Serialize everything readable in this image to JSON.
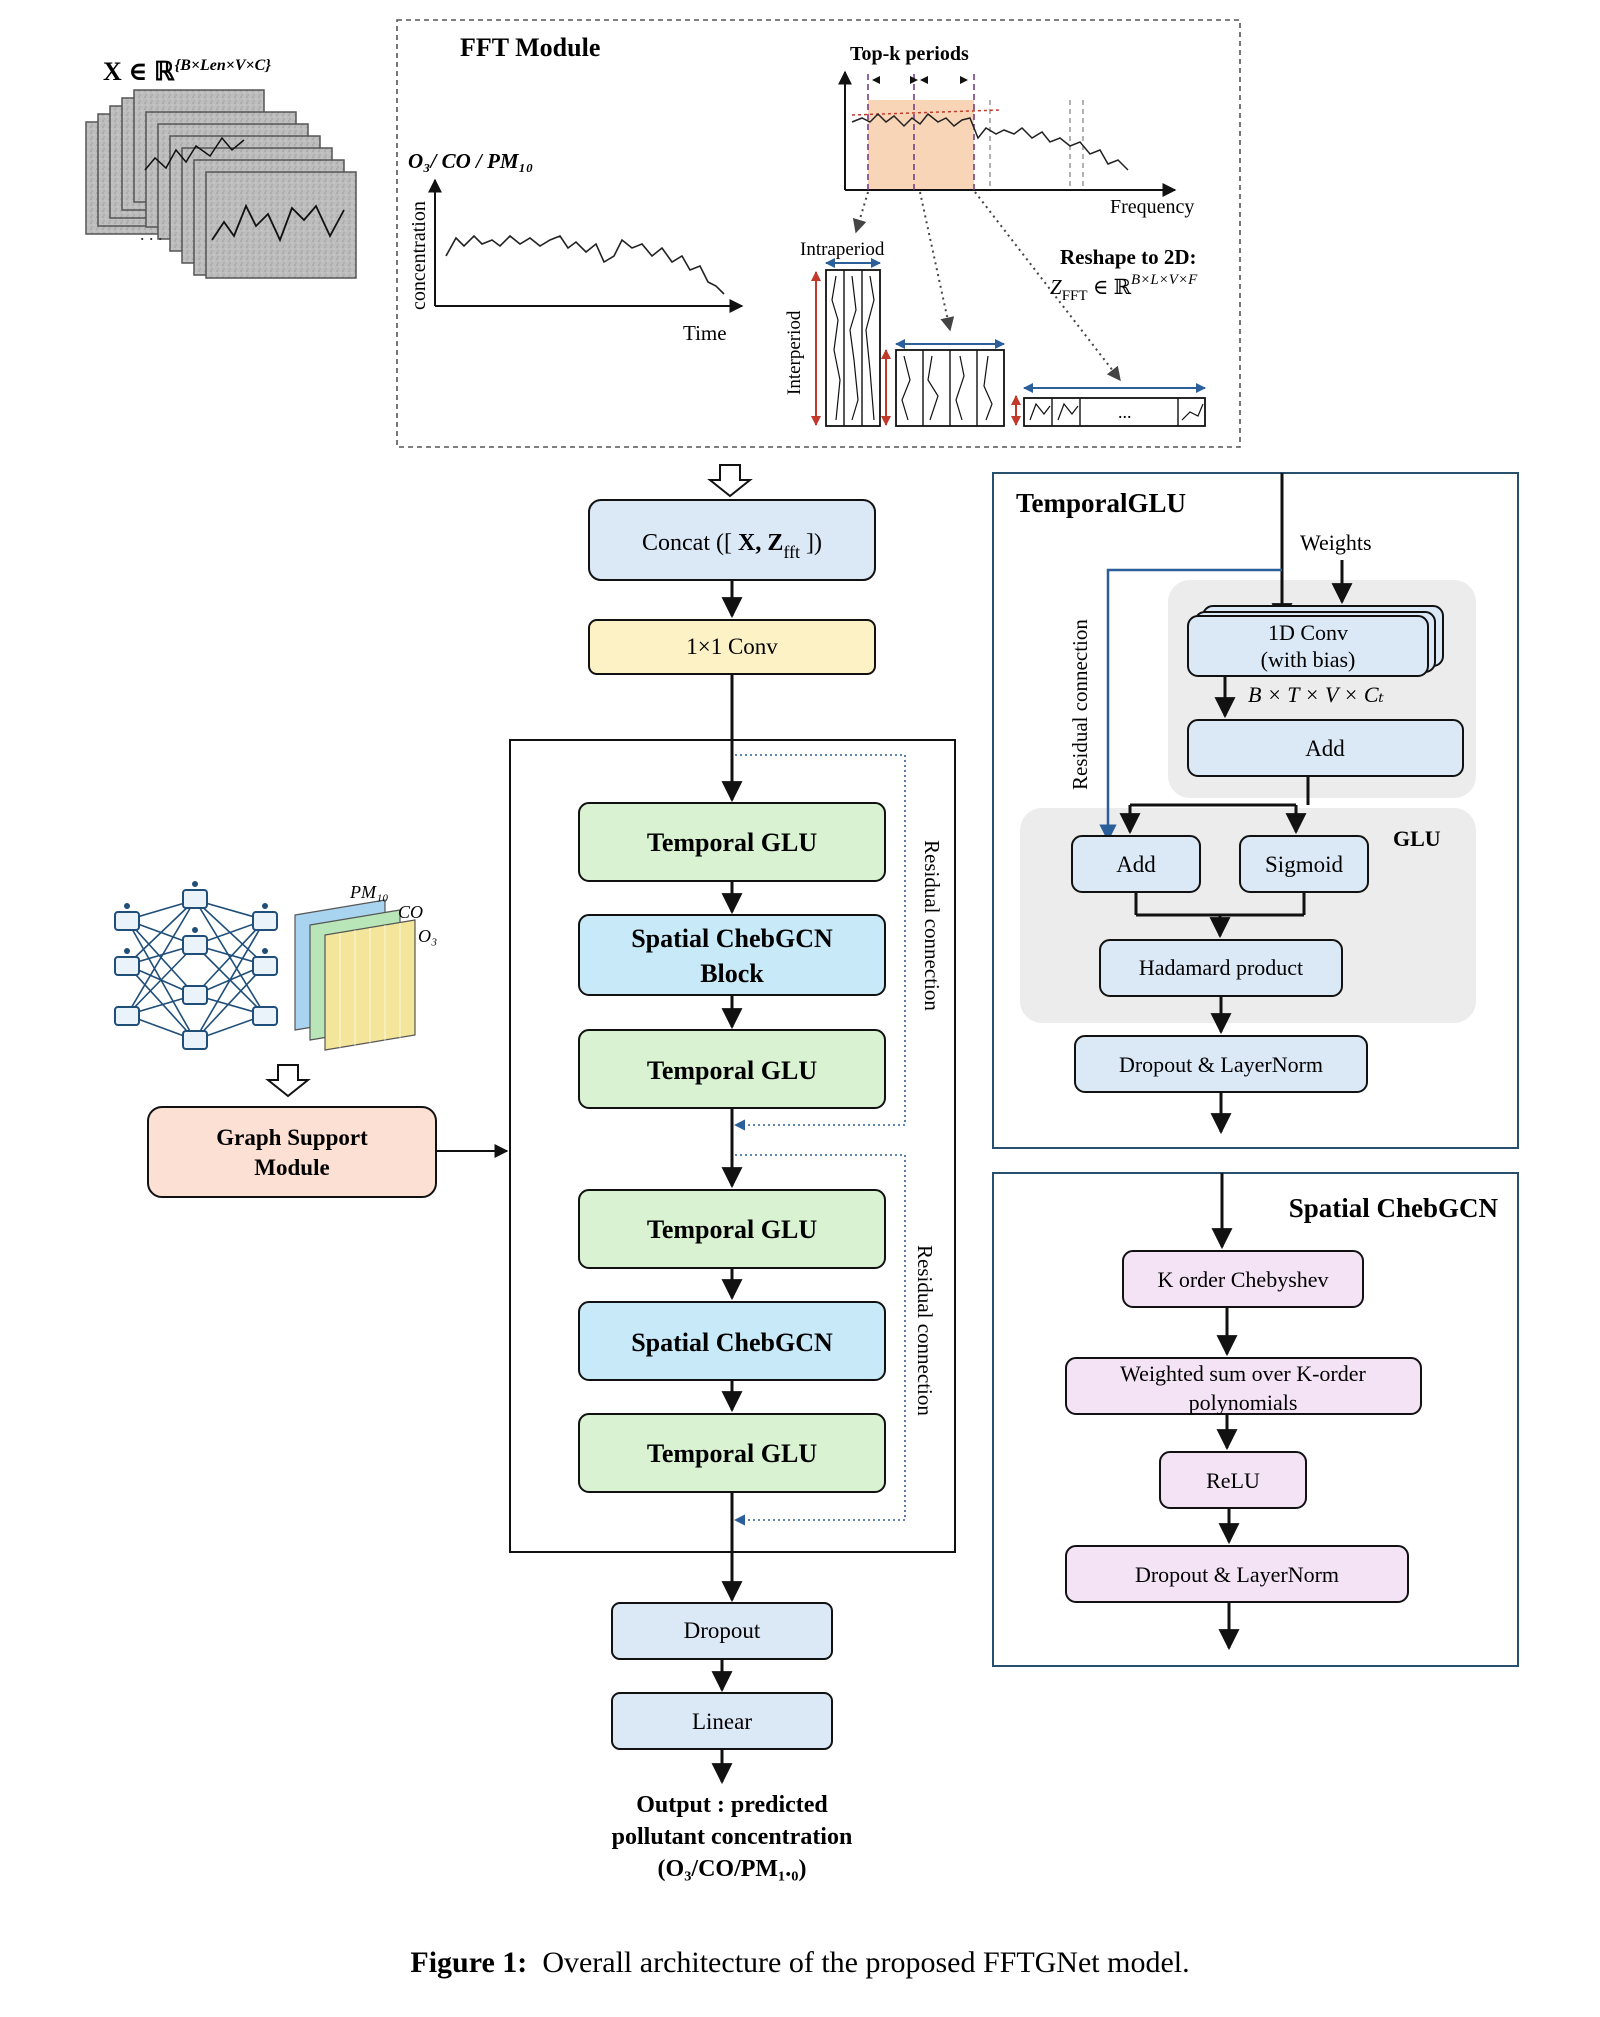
{
  "fft": {
    "input_tensor": "X ∈ ℝ",
    "input_tensor_sup": "{B×Len×V×C}",
    "module_title": "FFT Module",
    "pollutants_label": "O₃/ CO / PM₁₀",
    "y_axis": "concentration",
    "x_axis": "Time",
    "topk": "Top-k periods",
    "frequency": "Frequency",
    "intraperiod": "Intraperiod",
    "interperiod": "Interperiod",
    "reshape_title": "Reshape to 2D:",
    "reshape_formula": "Z",
    "reshape_sub": "FFT",
    "reshape_rhs": " ∈ ℝ",
    "reshape_sup": "B×L×V×F",
    "ellipsis": "..."
  },
  "main": {
    "concat_pre": "Concat ([ ",
    "concat_bold": "X, Z",
    "concat_sub": "fft",
    "concat_post": " ])",
    "conv": "1×1 Conv",
    "tglu1": "Temporal GLU",
    "cheb1_line1": "Spatial ChebGCN",
    "cheb1_line2": "Block",
    "tglu2": "Temporal GLU",
    "tglu3": "Temporal GLU",
    "cheb2": "Spatial ChebGCN",
    "tglu4": "Temporal GLU",
    "residual1": "Residual connection",
    "residual2": "Residual connection",
    "dropout": "Dropout",
    "linear": "Linear",
    "output_line1": "Output : predicted",
    "output_line2": "pollutant concentration",
    "output_line3": "(O₃/CO/PM₁.₀)"
  },
  "graph": {
    "layer_pm10": "PM₁₀",
    "layer_co": "CO",
    "layer_o3": "O₃",
    "module_line1": "Graph Support",
    "module_line2": "Module"
  },
  "temporal_glu": {
    "title": "TemporalGLU",
    "weights": "Weights",
    "residual": "Residual connection",
    "conv_line1": "1D Conv",
    "conv_line2": "(with bias)",
    "shape": "B × T × V × Cₜ",
    "add_top": "Add",
    "glu_label": "GLU",
    "add_left": "Add",
    "sigmoid": "Sigmoid",
    "hadamard": "Hadamard product",
    "dropout_ln": "Dropout & LayerNorm"
  },
  "spatial_cheb": {
    "title": "Spatial ChebGCN",
    "korder": "K order Chebyshev",
    "wsum_line1": "Weighted sum over K-order",
    "wsum_line2": "polynomials",
    "relu": "ReLU",
    "dropout_ln": "Dropout & LayerNorm"
  },
  "caption": {
    "label": "Figure 1:",
    "text": "  Overall architecture of the proposed FFTGNet model."
  },
  "colors": {
    "blue_box": "#dbe8f6",
    "yellow_box": "#fdf1c6",
    "green_box": "#d9f2d2",
    "cyan_box": "#c8e9f8",
    "salmon_box": "#fbe0d3",
    "pink_box": "#f3e3f5",
    "panel_border": "#27506e",
    "residual_blue": "#2b5f9a"
  }
}
